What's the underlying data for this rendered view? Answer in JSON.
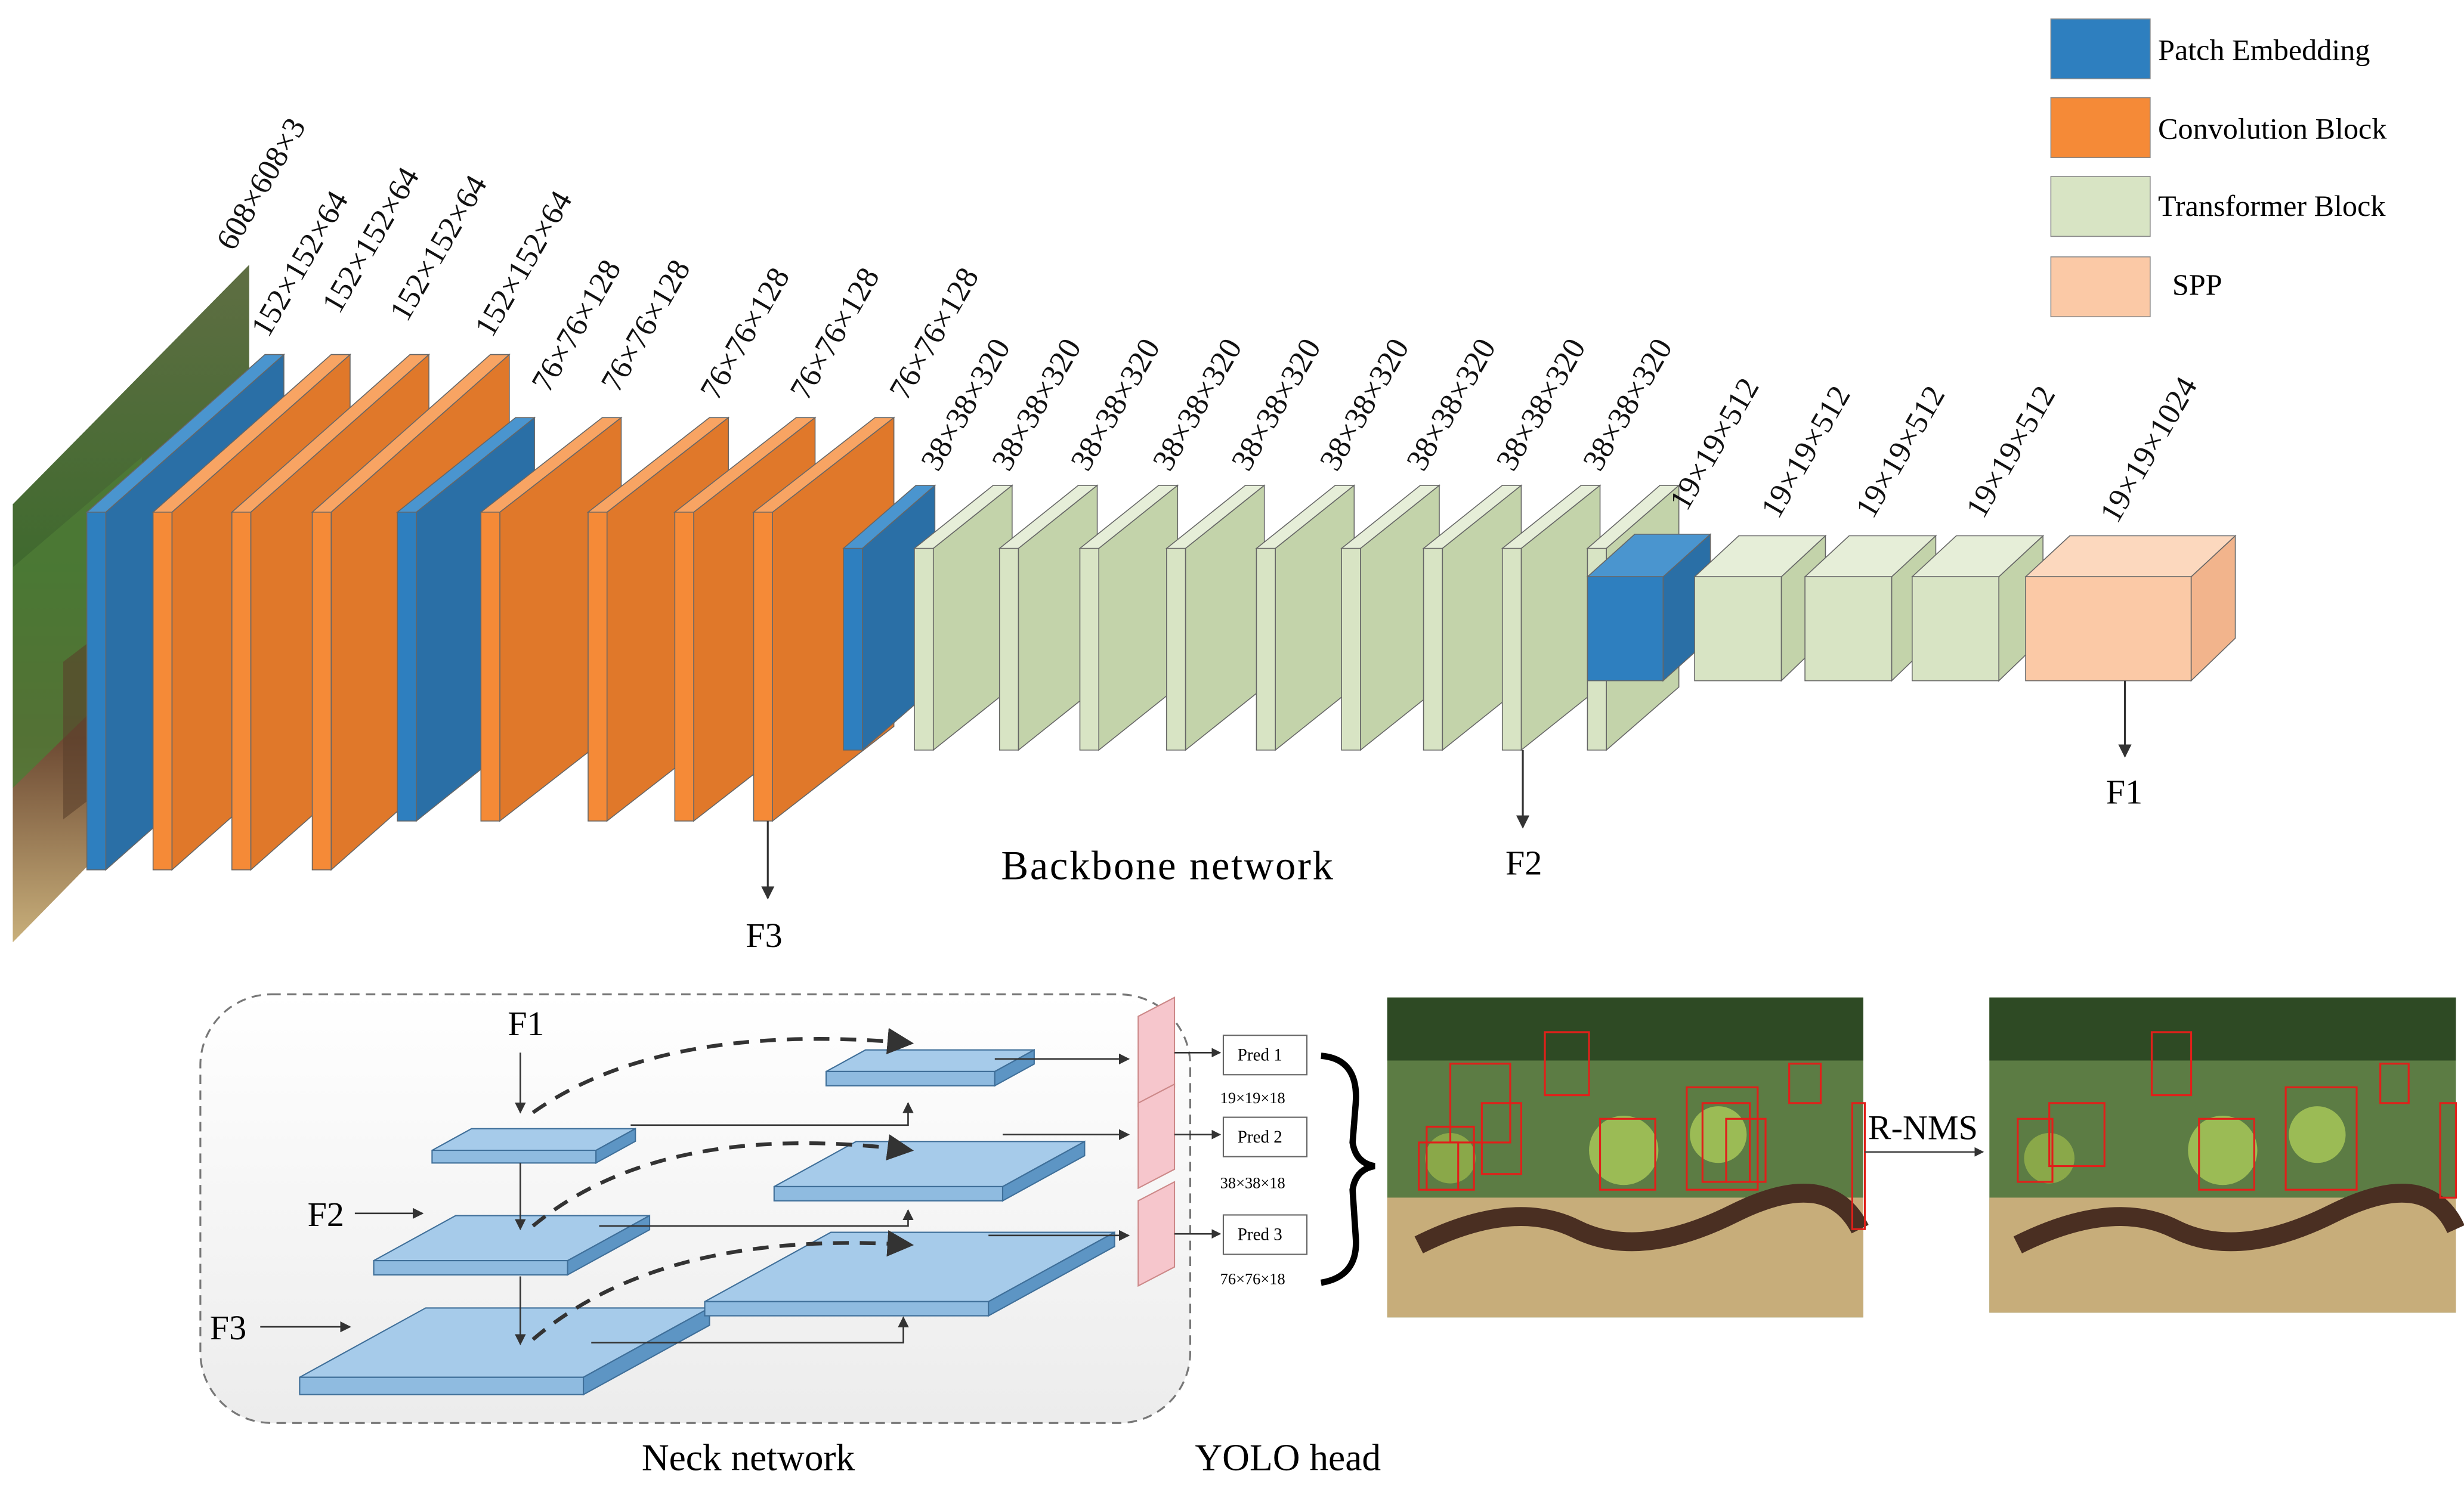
{
  "legend": [
    {
      "label": "Patch Embedding",
      "color": "#2e7fbf"
    },
    {
      "label": "Convolution Block",
      "color": "#f58a37"
    },
    {
      "label": "Transformer Block",
      "color": "#d8e4c4"
    },
    {
      "label": "SPP",
      "color": "#fbc9a6"
    }
  ],
  "input_label": "608×608×3",
  "backbone": {
    "title": "Backbone network",
    "blocks": [
      {
        "type": "patch",
        "label": ""
      },
      {
        "type": "conv",
        "label": "152×152×64"
      },
      {
        "type": "conv",
        "label": "152×152×64"
      },
      {
        "type": "conv",
        "label": "152×152×64"
      },
      {
        "type": "patch",
        "label": "152×152×64"
      },
      {
        "type": "conv",
        "label": "76×76×128"
      },
      {
        "type": "conv",
        "label": "76×76×128"
      },
      {
        "type": "conv",
        "label": "76×76×128"
      },
      {
        "type": "conv",
        "label": "76×76×128"
      },
      {
        "type": "patch",
        "label": "76×76×128"
      },
      {
        "type": "trans",
        "label": "38×38×320"
      },
      {
        "type": "trans",
        "label": "38×38×320"
      },
      {
        "type": "trans",
        "label": "38×38×320"
      },
      {
        "type": "trans",
        "label": "38×38×320"
      },
      {
        "type": "trans",
        "label": "38×38×320"
      },
      {
        "type": "trans",
        "label": "38×38×320"
      },
      {
        "type": "trans",
        "label": "38×38×320"
      },
      {
        "type": "trans",
        "label": "38×38×320"
      },
      {
        "type": "trans",
        "label": "38×38×320"
      },
      {
        "type": "patch",
        "label": "19×19×512"
      },
      {
        "type": "trans",
        "label": "19×19×512"
      },
      {
        "type": "trans",
        "label": "19×19×512"
      },
      {
        "type": "trans",
        "label": "19×19×512"
      },
      {
        "type": "spp",
        "label": "19×19×1024"
      }
    ],
    "outputs": [
      "F3",
      "F2",
      "F1"
    ]
  },
  "neck": {
    "title": "Neck network",
    "inputs": [
      "F1",
      "F2",
      "F3"
    ]
  },
  "head": {
    "title": "YOLO head",
    "preds": [
      {
        "label": "Pred 1",
        "size": "19×19×18"
      },
      {
        "label": "Pred 2",
        "size": "38×38×18"
      },
      {
        "label": "Pred 3",
        "size": "76×76×18"
      }
    ]
  },
  "postprocess": {
    "label": "R-NMS"
  }
}
